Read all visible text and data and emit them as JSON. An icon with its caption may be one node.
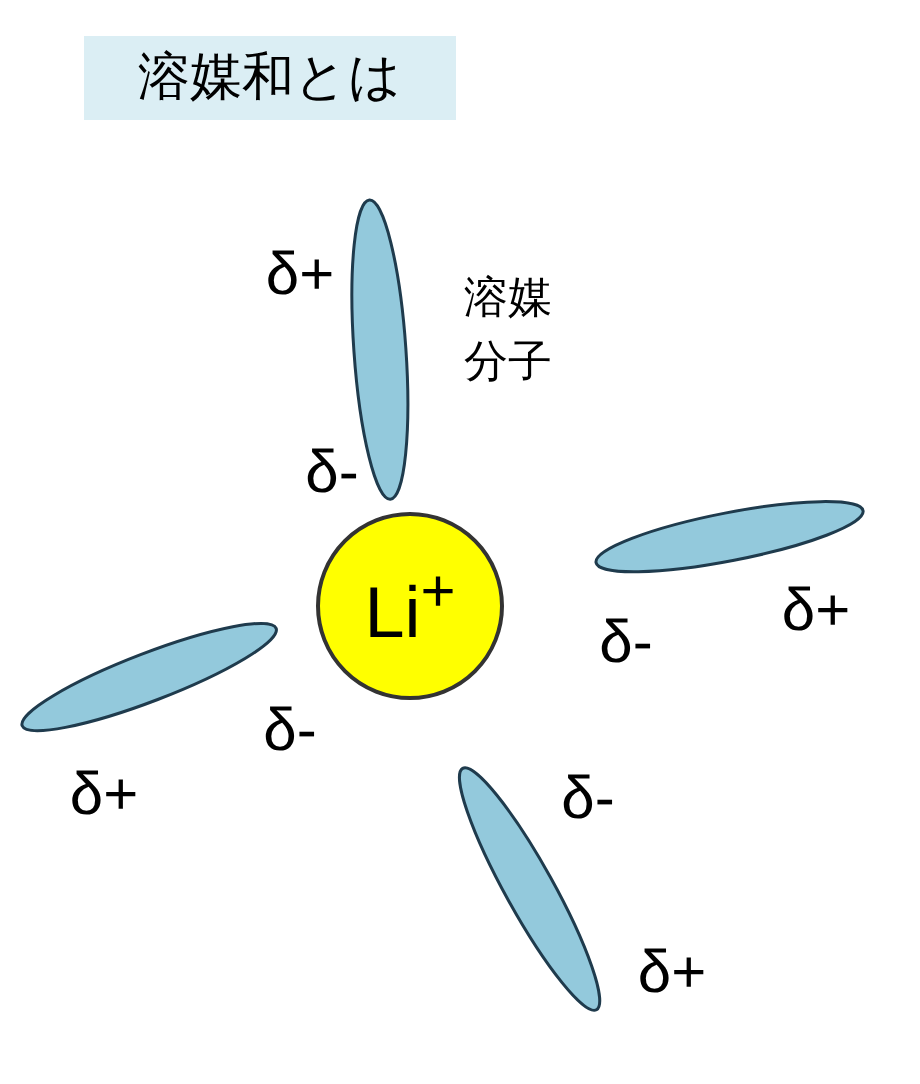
{
  "diagram": {
    "title": "溶媒和とは",
    "nodes": [
      {
        "text": [
          "Li$^{+}$"
        ]
      },
      {
        "text": [],
        "shape": "ellipse",
        "beside": [
          "δ+",
          "δ-",
          "溶媒分子"
        ]
      },
      {
        "text": [],
        "shape": "ellipse",
        "beside": [
          "δ-",
          "δ+"
        ]
      },
      {
        "text": [],
        "shape": "ellipse",
        "beside": [
          "δ-",
          "δ+"
        ]
      },
      {
        "text": [],
        "shape": "ellipse",
        "beside": [
          "δ-",
          "δ+"
        ]
      }
    ]
  }
}
